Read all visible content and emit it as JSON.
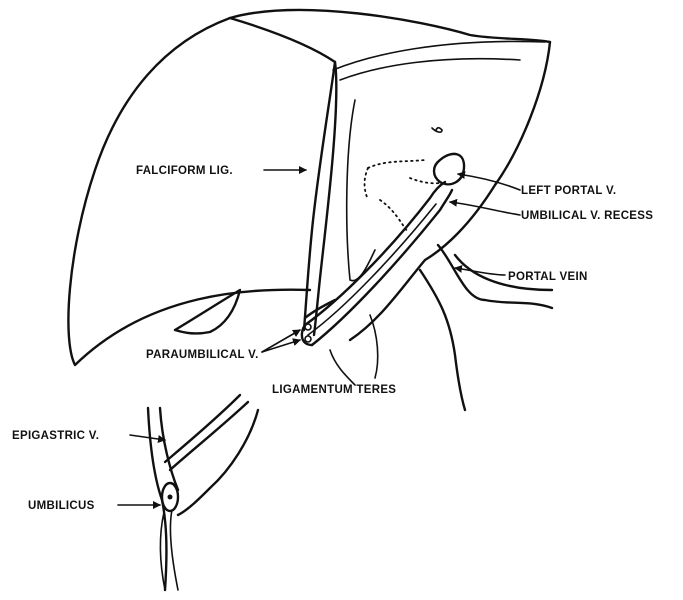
{
  "labels": {
    "falciform": "FALCIFORM LIG.",
    "left_portal": "LEFT PORTAL V.",
    "umbilical_recess": "UMBILICAL V. RECESS",
    "portal_vein": "PORTAL VEIN",
    "paraumbilical": "PARAUMBILICAL V.",
    "ligamentum_teres": "LIGAMENTUM TERES",
    "epigastric": "EPIGASTRIC V.",
    "umbilicus": "UMBILICUS"
  }
}
